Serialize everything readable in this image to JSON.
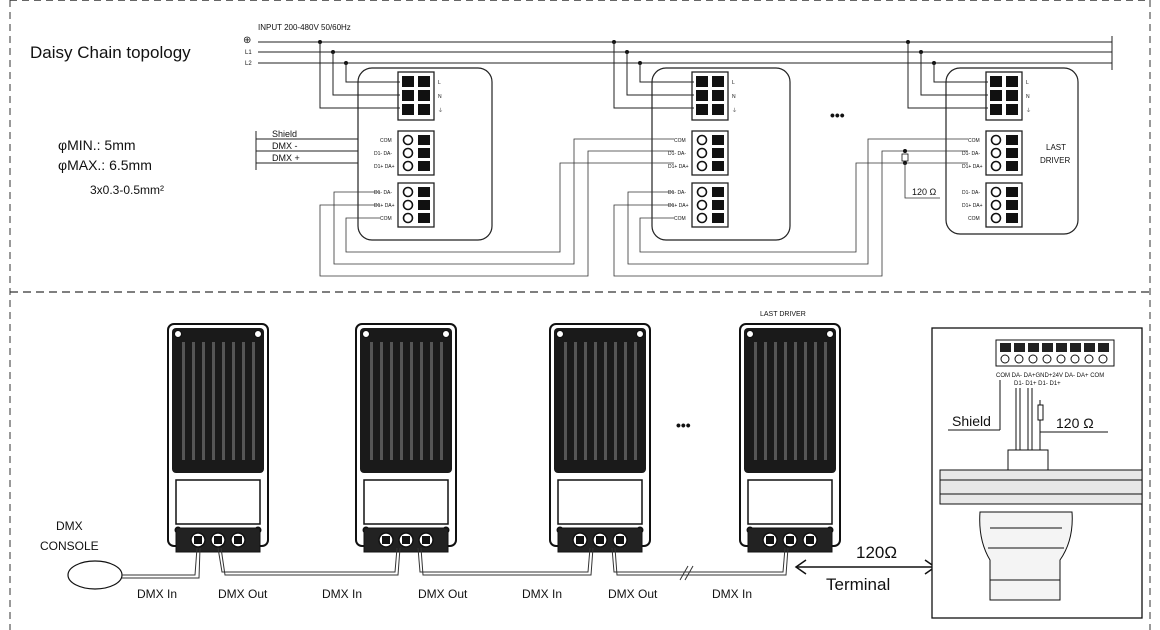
{
  "top": {
    "title": "Daisy Chain topology",
    "input_label": "INPUT  200-480V  50/60Hz",
    "ground_symbol": "⊕",
    "line_labels": [
      "L1",
      "L2"
    ],
    "cable_min": "φMIN.: 5mm",
    "cable_max": "φMAX.: 6.5mm",
    "cable_spec": "3x0.3-0.5mm²",
    "signal_labels": [
      "Shield",
      "DMX -",
      "DMX +"
    ],
    "power_pins": [
      "L",
      "N",
      "⏚"
    ],
    "dmx_in_pins": [
      "COM",
      "D1- DA-",
      "D1+ DA+"
    ],
    "dmx_out_pins": [
      "D1- DA-",
      "D1+ DA+",
      "COM"
    ],
    "ellipsis": "•••",
    "last_driver": [
      "LAST",
      "DRIVER"
    ],
    "resistor_label": "120 Ω"
  },
  "bottom": {
    "last_driver_label": "LAST DRIVER",
    "ellipsis": "•••",
    "console_label": [
      "DMX",
      "CONSOLE"
    ],
    "cable_labels": [
      "DMX In",
      "DMX Out",
      "DMX In",
      "DMX Out",
      "DMX In",
      "DMX Out",
      "DMX In"
    ],
    "terminal_ohm": "120Ω",
    "terminal_label": "Terminal",
    "detail_pin_row1": "COM DA- DA+GND+24V DA- DA+ COM",
    "detail_pin_row2": "D1-  D1+                D1-  D1+",
    "detail_shield": "Shield",
    "detail_resistor": "120 Ω"
  }
}
